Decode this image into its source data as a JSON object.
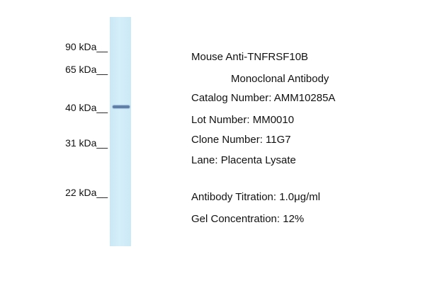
{
  "markers": [
    {
      "label": "90 kDa__"
    },
    {
      "label": "65 kDa__"
    },
    {
      "label": "40 kDa__"
    },
    {
      "label": "31 kDa__"
    },
    {
      "label": "22 kDa__"
    }
  ],
  "info": {
    "title": "Mouse Anti-TNFRSF10B",
    "subtitle": "Monoclonal Antibody",
    "catalog": "Catalog Number: AMM10285A",
    "lot": "Lot Number: MM0010",
    "clone": "Clone Number: 11G7",
    "lane": "Lane: Placenta Lysate",
    "titration": "Antibody Titration: 1.0μg/ml",
    "gel": "Gel Concentration: 12%"
  },
  "colors": {
    "lane": "#cfeaf7",
    "band": "#5f7ea8"
  }
}
